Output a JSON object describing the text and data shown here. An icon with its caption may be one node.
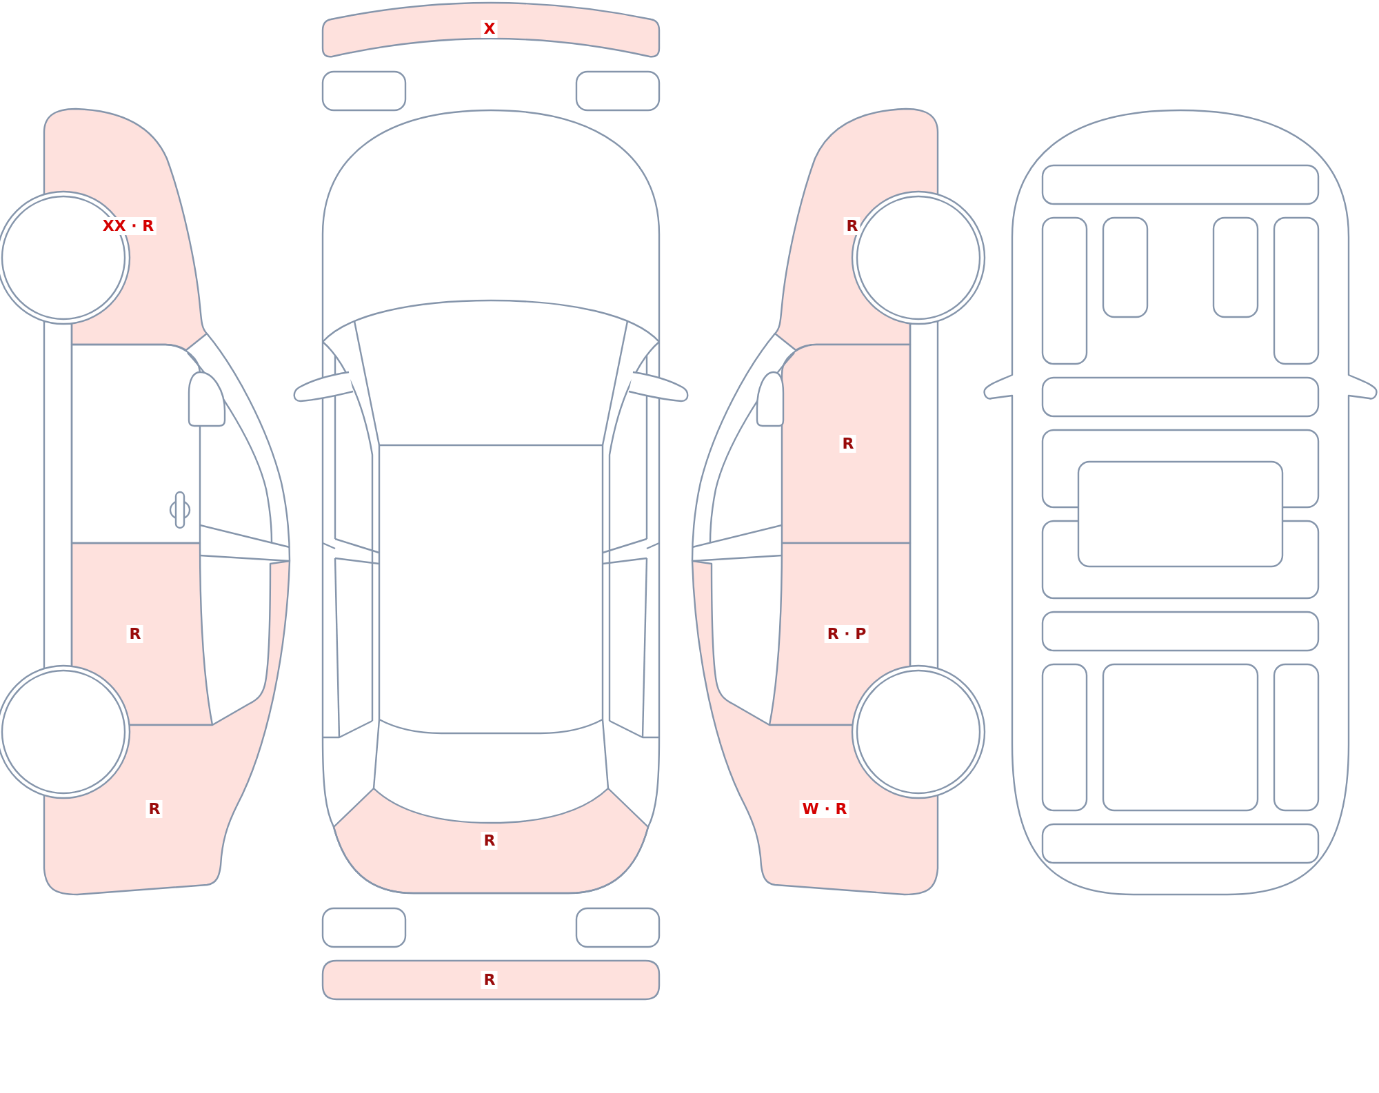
{
  "diagram": {
    "nodes": [
      {
        "text": [
          "X"
        ]
      },
      {
        "text": [
          "XX · R"
        ]
      },
      {
        "text": [
          "R"
        ]
      },
      {
        "text": [
          "R"
        ]
      },
      {
        "text": [
          "R"
        ]
      },
      {
        "text": [
          "R · P"
        ]
      },
      {
        "text": [
          "R"
        ]
      },
      {
        "text": [
          "W · R"
        ]
      },
      {
        "text": [
          "R"
        ]
      },
      {
        "text": [
          "R"
        ]
      }
    ]
  }
}
